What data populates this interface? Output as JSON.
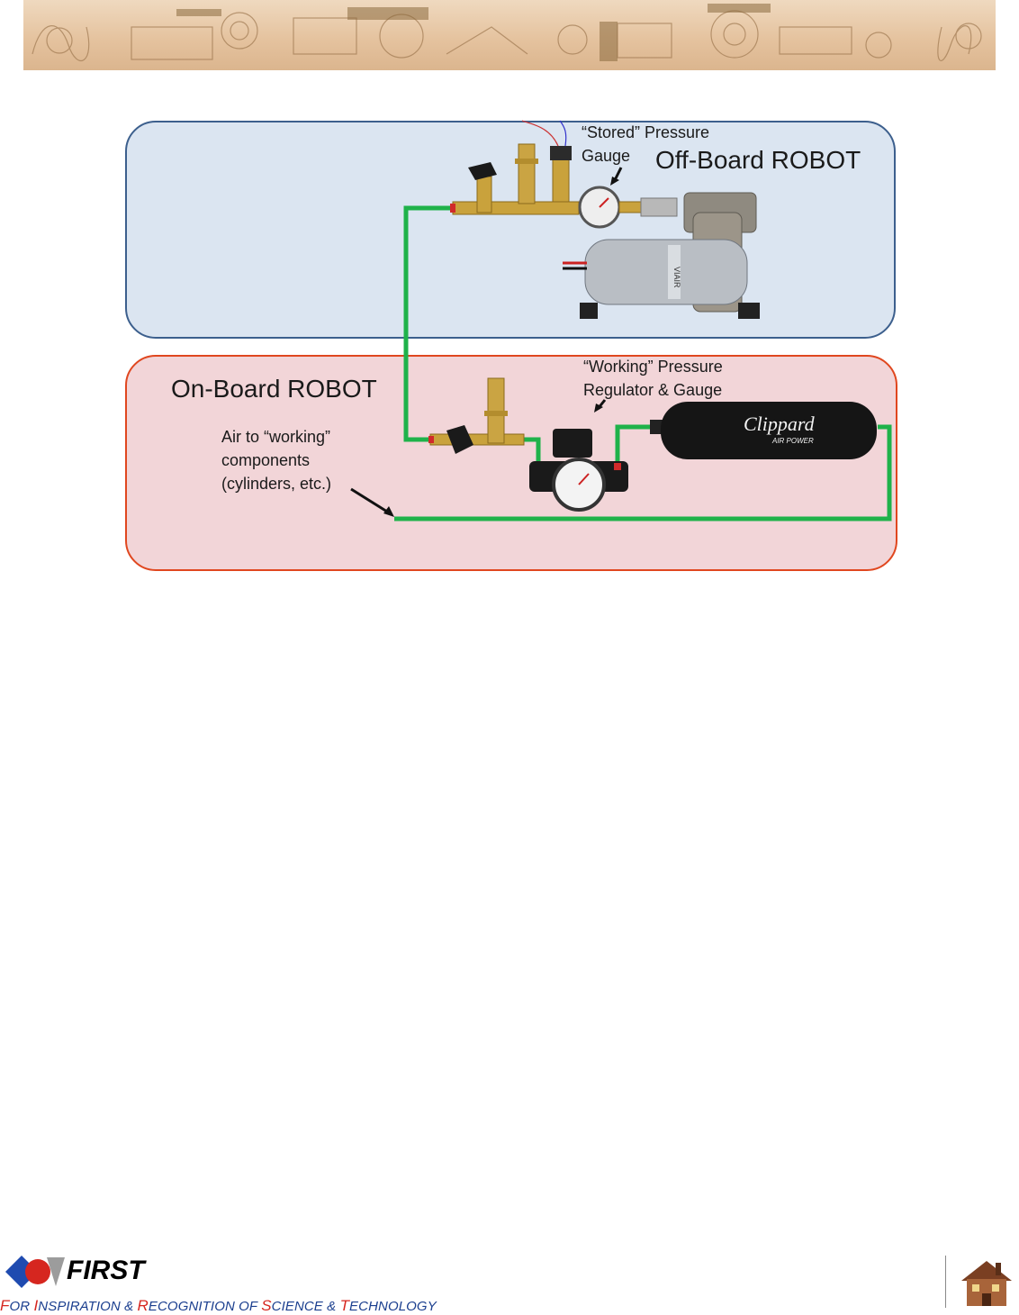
{
  "diagram": {
    "offboard_title": "Off-Board ROBOT",
    "stored_gauge_label": "“Stored” Pressure\nGauge",
    "onboard_title": "On-Board  ROBOT",
    "working_regulator_label": "“Working” Pressure\nRegulator & Gauge",
    "air_to_components_label": "Air to “working”\ncomponents\n(cylinders, etc.)",
    "tank_brand": "Clippard",
    "tank_subtitle": "AIR POWER",
    "compressor_brand": "VIAIR"
  },
  "footer": {
    "logo_text": "FIRST",
    "tagline_parts": [
      "F",
      "OR ",
      "I",
      "NSPIRATION & ",
      "R",
      "ECOGNITION OF ",
      "S",
      "CIENCE & ",
      "T",
      "ECHNOLOGY"
    ]
  },
  "colors": {
    "tube_green": "#1fb24a",
    "offboard_fill": "#dbe5f1",
    "offboard_border": "#3c5f8d",
    "onboard_fill": "#f2d5d8",
    "onboard_border": "#e0471f",
    "brass": "#c9a23c"
  },
  "icons": {
    "banner": "steampunk-machinery-banner",
    "footer_logo": "first-logo-icon",
    "footer_corner": "house-icon"
  }
}
